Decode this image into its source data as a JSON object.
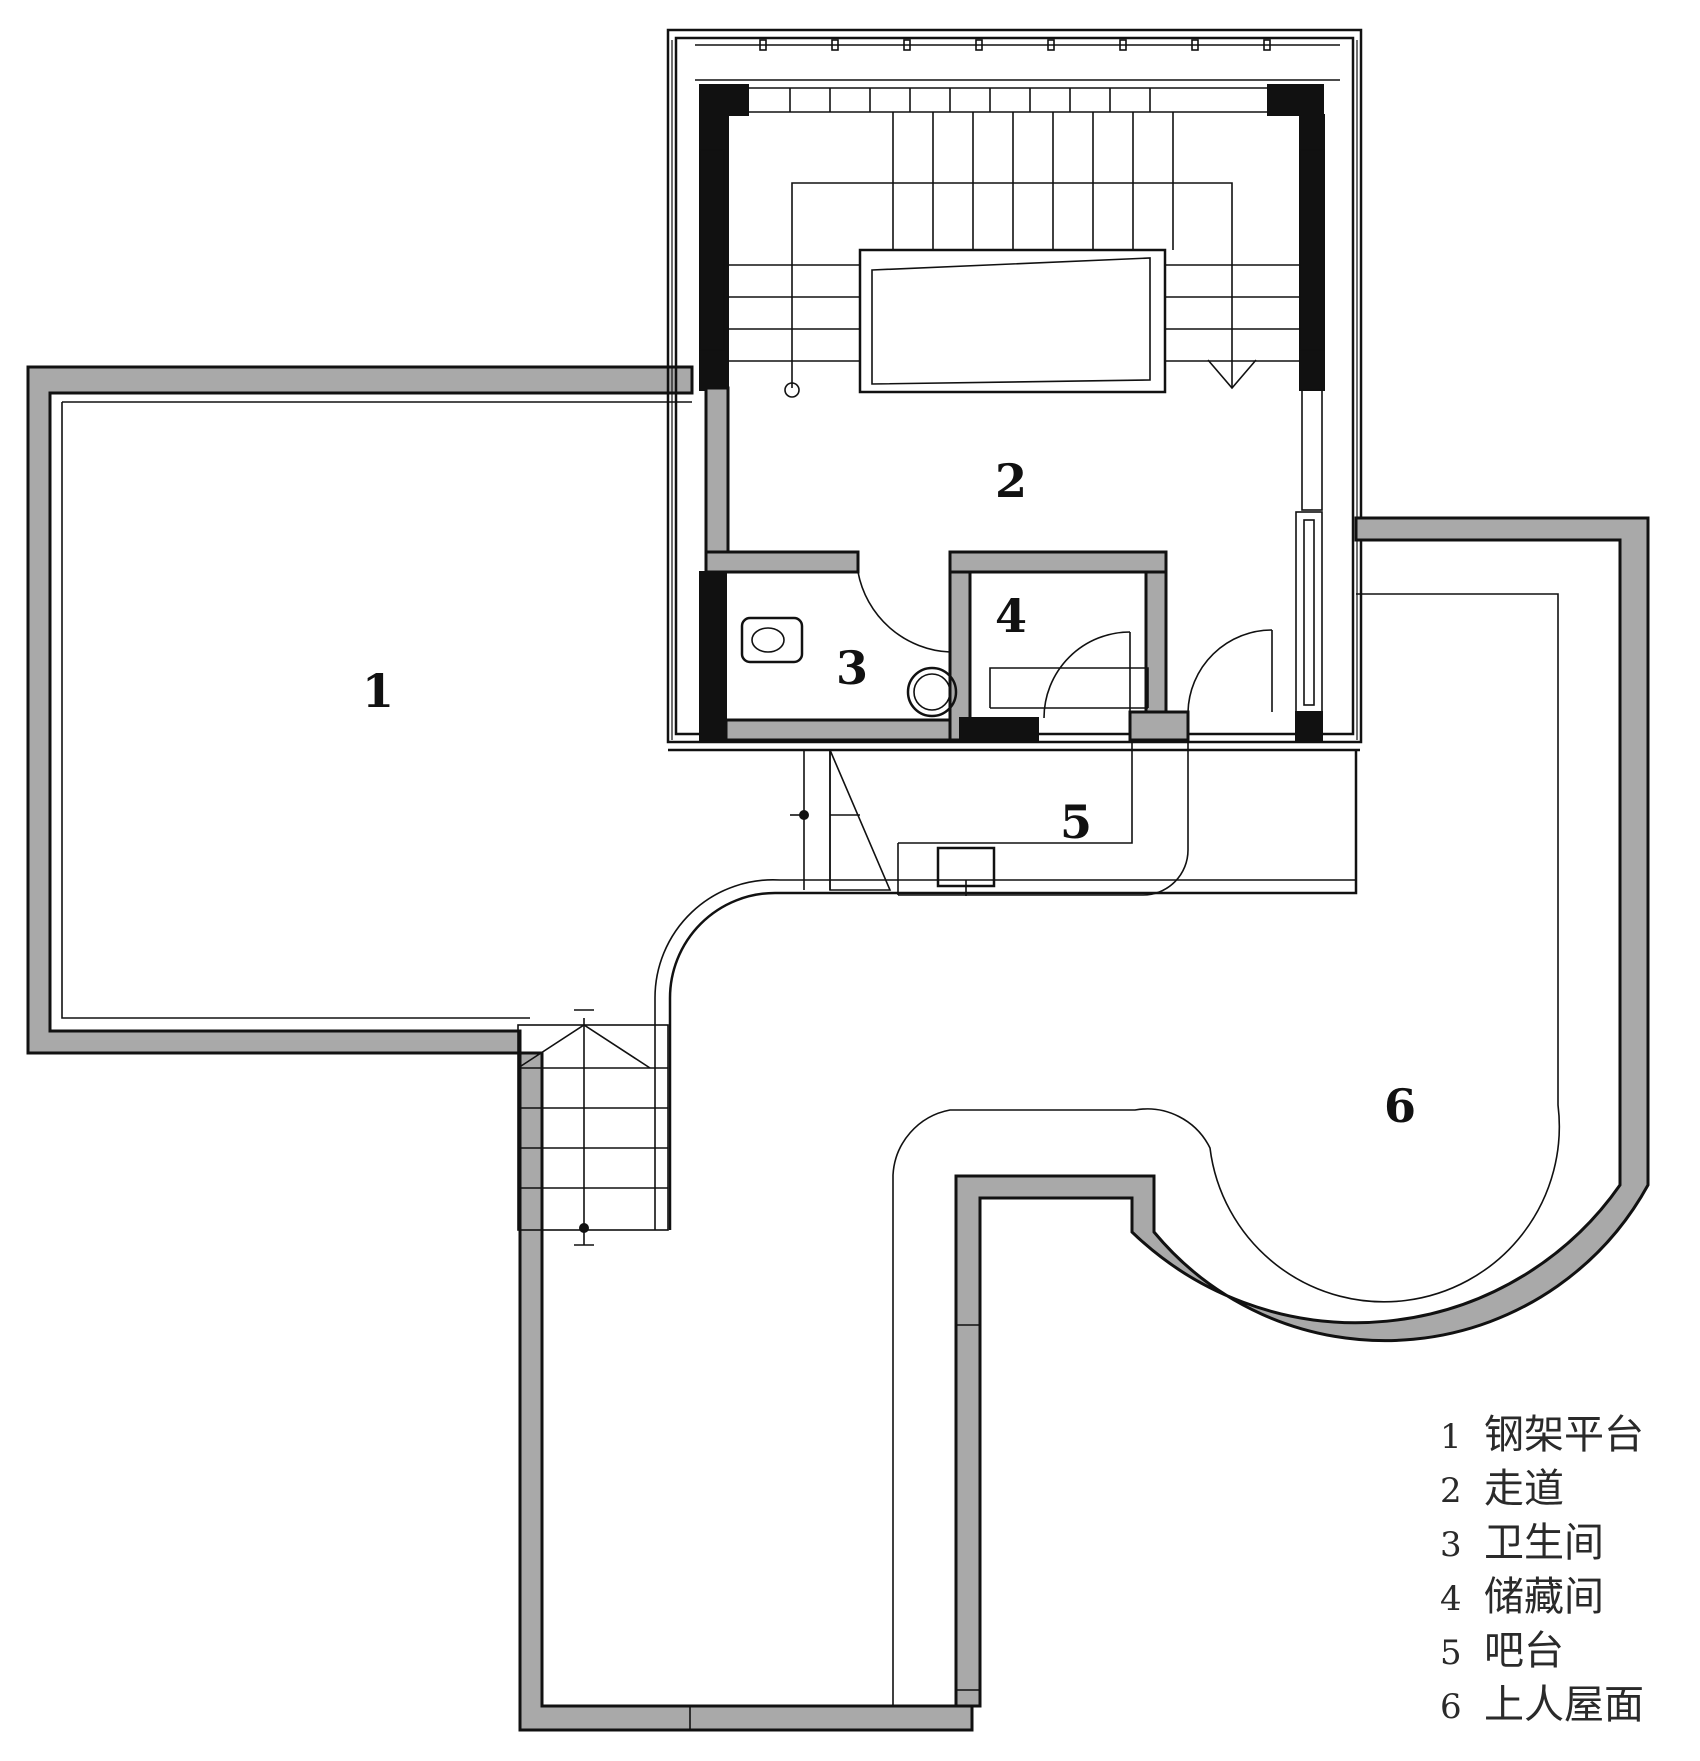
{
  "rooms": [
    {
      "number": "1",
      "name": "钢架平台"
    },
    {
      "number": "2",
      "name": "走道"
    },
    {
      "number": "3",
      "name": "卫生间"
    },
    {
      "number": "4",
      "name": "储藏间"
    },
    {
      "number": "5",
      "name": "吧台"
    },
    {
      "number": "6",
      "name": "上人屋面"
    }
  ],
  "colors": {
    "wall_fill": "#a9a9a9",
    "wall_outline": "#111111",
    "background": "#ffffff"
  }
}
